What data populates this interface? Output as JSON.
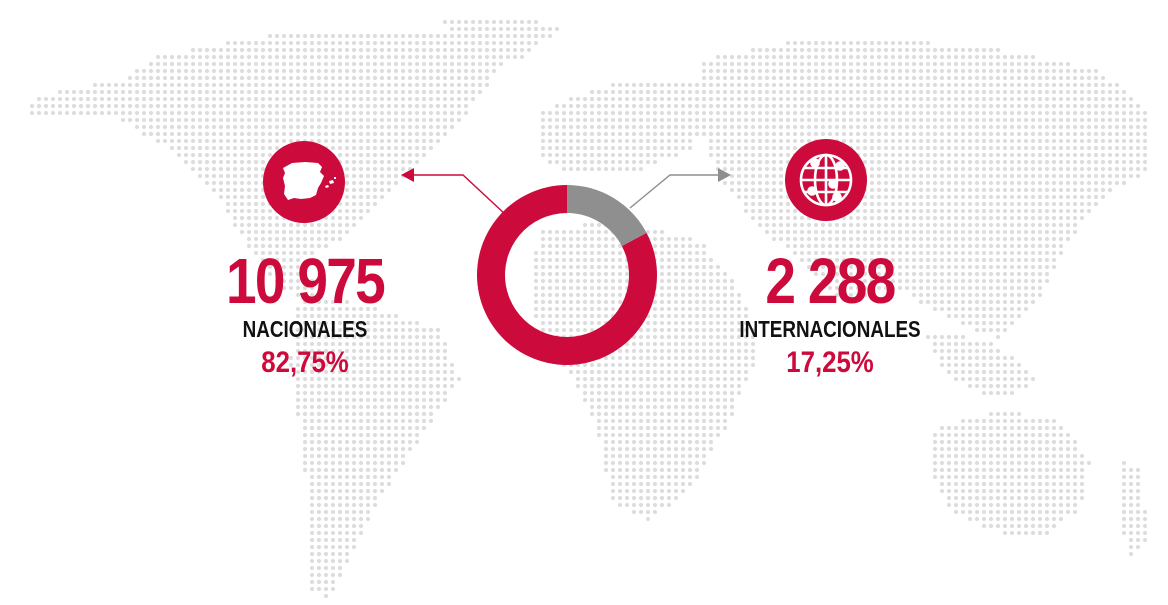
{
  "colors": {
    "accent": "#cc0a3c",
    "secondary": "#8f8f8f",
    "map_dots": "#dcdcdc",
    "text_dark": "#111111"
  },
  "national": {
    "count": "10 975",
    "label": "NACIONALES",
    "percent": "82,75%",
    "icon": "spain-map-icon"
  },
  "international": {
    "count": "2 288",
    "label": "INTERNACIONALES",
    "percent": "17,25%",
    "icon": "globe-network-icon"
  },
  "chart_data": {
    "type": "pie",
    "donut": true,
    "title": "",
    "categories": [
      "NACIONALES",
      "INTERNACIONALES"
    ],
    "values": [
      10975,
      2288
    ],
    "percentages": [
      82.75,
      17.25
    ],
    "colors": [
      "#cc0a3c",
      "#8f8f8f"
    ],
    "legend": "none"
  }
}
